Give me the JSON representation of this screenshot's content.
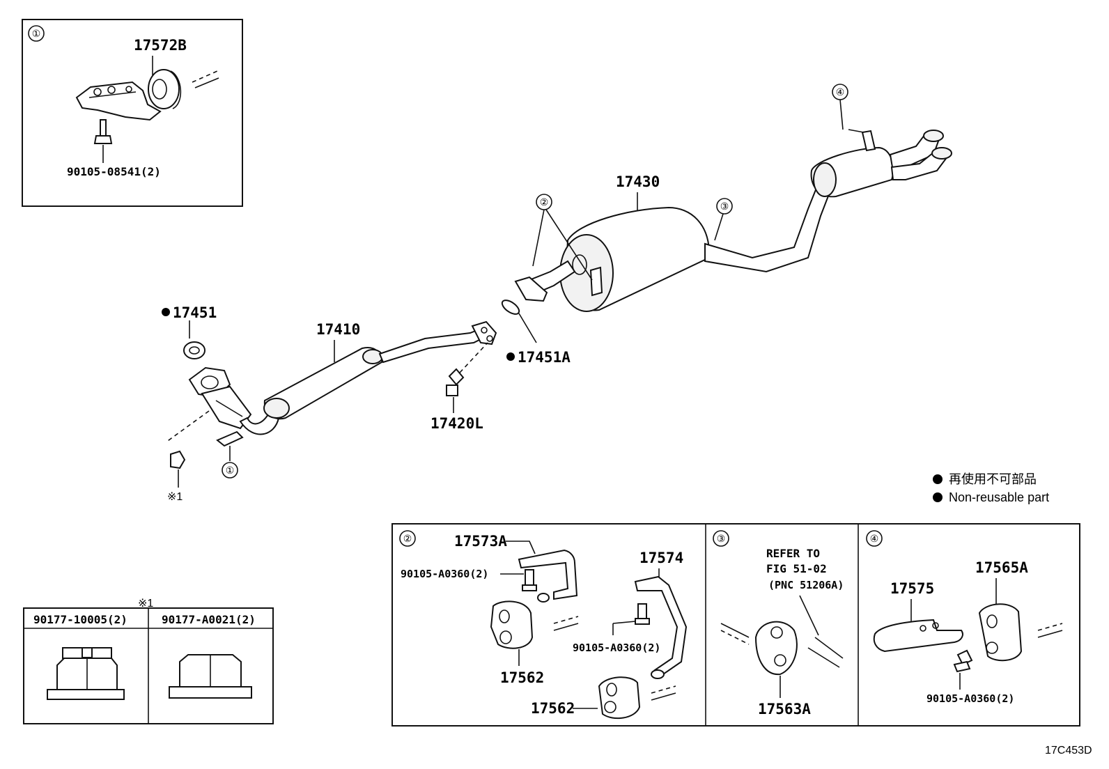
{
  "diagram": {
    "callouts": {
      "c1": "①",
      "c2": "②",
      "c3": "③",
      "c4": "④"
    },
    "parts": {
      "p17572B": "17572B",
      "p90105_08541": "90105-08541(2)",
      "p17451": "17451",
      "p17410": "17410",
      "p17430": "17430",
      "p17451A": "17451A",
      "p17420L": "17420L",
      "note1": "※1"
    },
    "legend": {
      "line_jp": "再使用不可部品",
      "line_en": "Non-reusable part"
    },
    "nut_table": {
      "header_mark": "※1",
      "col1": "90177-10005(2)",
      "col2": "90177-A0021(2)"
    },
    "panel2": {
      "p17573A": "17573A",
      "p90105_A0360_a": "90105-A0360(2)",
      "p17574": "17574",
      "p90105_A0360_b": "90105-A0360(2)",
      "p17562_a": "17562",
      "p17562_b": "17562"
    },
    "panel3": {
      "refer_line1": "REFER TO",
      "refer_line2": "FIG 51-02",
      "refer_line3": "(PNC 51206A)",
      "p17563A": "17563A"
    },
    "panel4": {
      "p17575": "17575",
      "p17565A": "17565A",
      "p90105_A0360": "90105-A0360(2)"
    },
    "figure_code": "17C453D"
  }
}
